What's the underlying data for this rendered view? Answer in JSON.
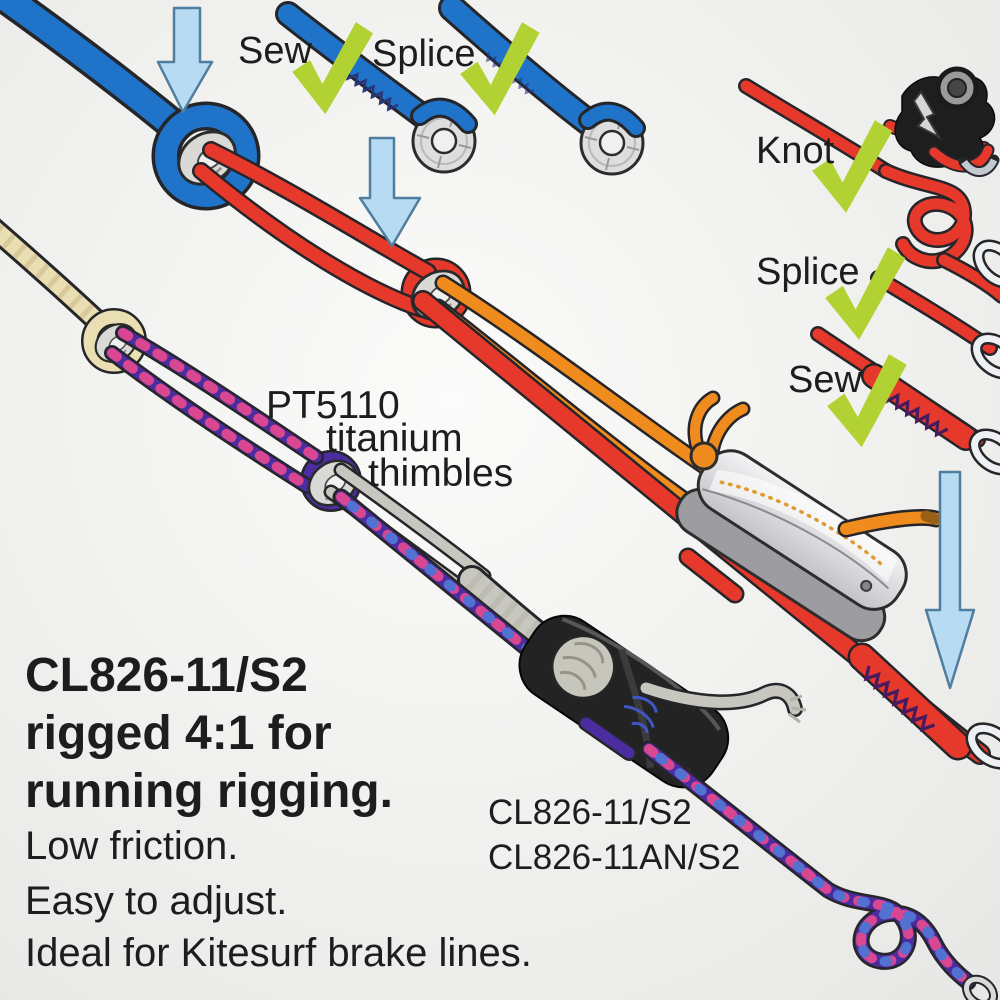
{
  "labels": {
    "sew_top": "Sew",
    "splice_top": "Splice",
    "knot_right": "Knot",
    "splice_right": "Splice",
    "sew_right": "Sew"
  },
  "thimble_note": {
    "line1": "PT5110",
    "line2": "titanium",
    "line3": "thimbles"
  },
  "heading": {
    "line1": "CL826-11/S2",
    "line2": "rigged 4:1 for",
    "line3": "running rigging."
  },
  "features": {
    "line1": "Low friction.",
    "line2": "Easy to adjust.",
    "line3": "Ideal for Kitesurf brake lines."
  },
  "part_numbers": {
    "line1": "CL826-11/S2",
    "line2": "CL826-11AN/S2"
  },
  "colors": {
    "blue_rope": "#1f74c9",
    "red_rope": "#e6392b",
    "orange_rope": "#f08b1d",
    "purple_rope": "#4b2da0",
    "pink_fleck": "#d8478f",
    "tan_rope": "#e9dfb2",
    "grey_rope": "#c7c7bf",
    "check_green": "#b2d233",
    "arrow_blue": "#b7dbf2",
    "text": "#1d1d1d",
    "background": "#efefed"
  }
}
